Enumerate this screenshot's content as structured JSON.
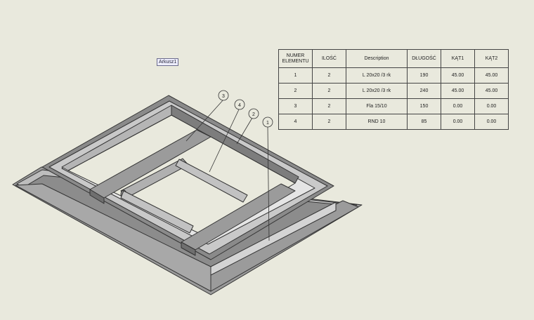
{
  "sheet_label": "Arkusz1",
  "bom": {
    "headers": [
      "NUMER ELEMENTU",
      "ILOŚĆ",
      "Description",
      "DŁUGOŚĆ",
      "KĄT1",
      "KĄT2"
    ],
    "rows": [
      [
        "1",
        "2",
        "L 20x20 /3 rk",
        "190",
        "45.00",
        "45.00"
      ],
      [
        "2",
        "2",
        "L 20x20 /3 rk",
        "240",
        "45.00",
        "45.00"
      ],
      [
        "3",
        "2",
        "Fla 15/10",
        "150",
        "0.00",
        "0.00"
      ],
      [
        "4",
        "2",
        "RND 10",
        "85",
        "0.00",
        "0.00"
      ]
    ]
  },
  "balloons": [
    "3",
    "4",
    "2",
    "1"
  ]
}
